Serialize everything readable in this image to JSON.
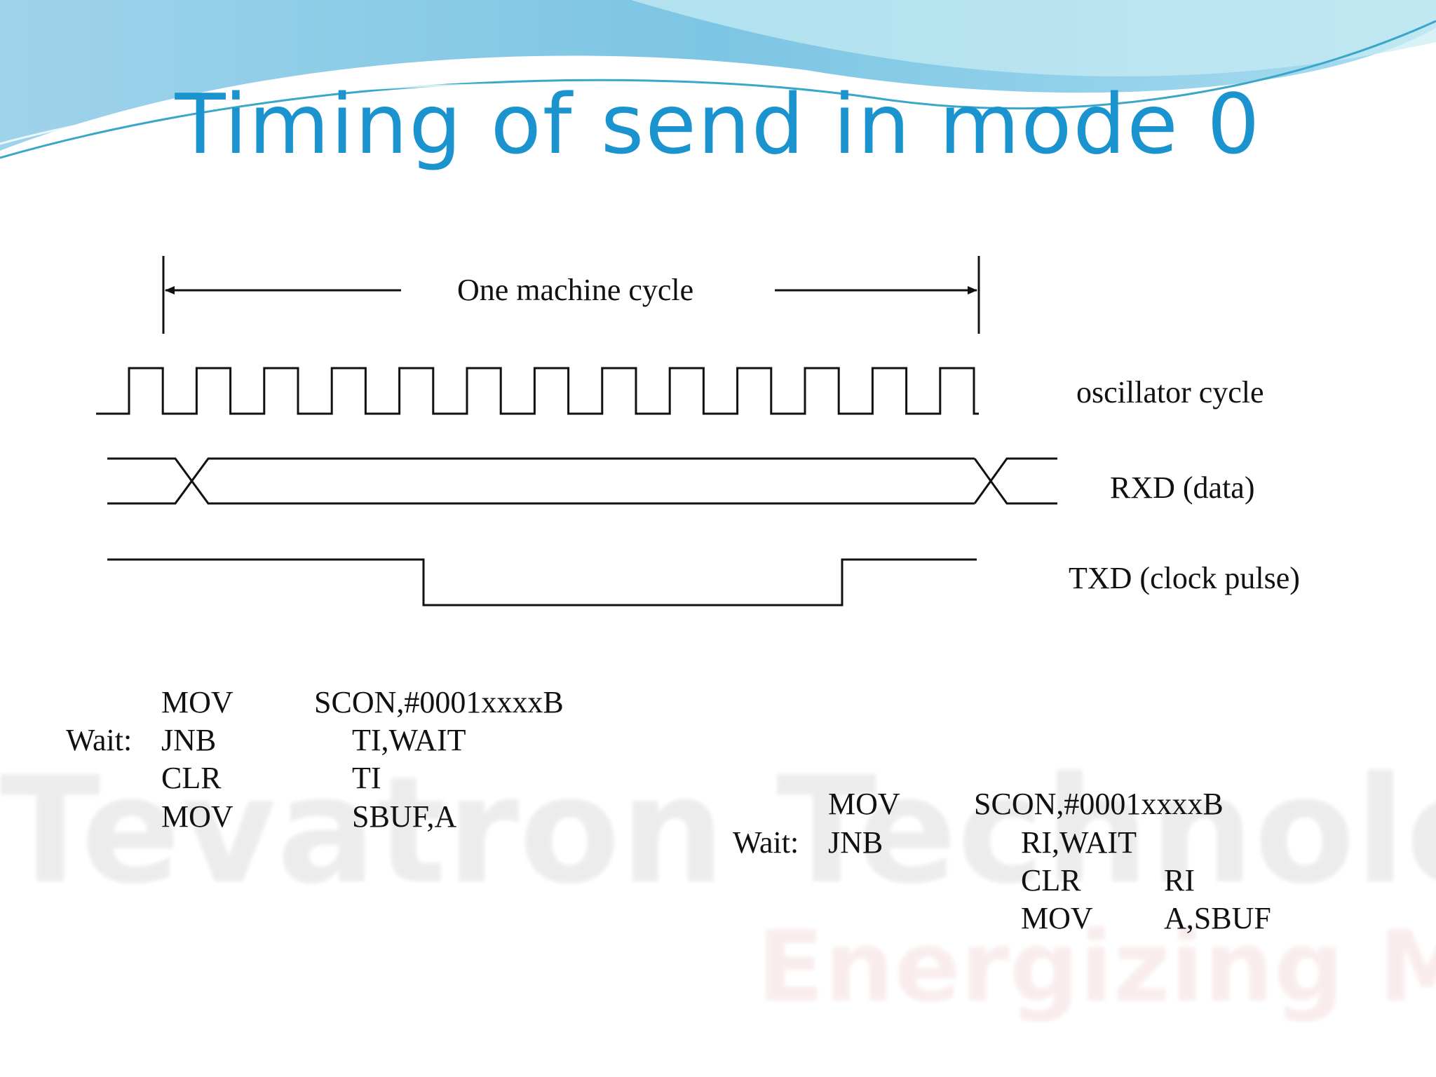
{
  "slide": {
    "title": "Timing of send in mode 0"
  },
  "diagram": {
    "span_label": "One machine cycle",
    "signals": [
      "oscillator cycle",
      "RXD (data)",
      "TXD (clock pulse)"
    ],
    "oscillator_pulses": 13
  },
  "watermark": {
    "line1": "Tevatron Technologies",
    "line2": "Energizing Minds"
  },
  "code_send": {
    "rows": [
      {
        "label": "",
        "op": "MOV",
        "arg": "SCON,#0001xxxxB"
      },
      {
        "label": "Wait:",
        "op": "JNB",
        "arg": "TI,WAIT"
      },
      {
        "label": "",
        "op": "CLR",
        "arg": "TI"
      },
      {
        "label": "",
        "op": "MOV",
        "arg": "SBUF,A"
      }
    ]
  },
  "code_receive": {
    "rows": [
      {
        "label": "",
        "op": "MOV",
        "arg": "SCON,#0001xxxxB"
      },
      {
        "label": "Wait:",
        "op": "JNB",
        "arg": "RI,WAIT"
      },
      {
        "label": "",
        "op": "CLR",
        "arg": "RI"
      },
      {
        "label": "",
        "op": "MOV",
        "arg": "A,SBUF"
      }
    ]
  },
  "colors": {
    "title": "#1a93cf",
    "wave_top": "#8ec9e2",
    "wave_accent": "#3aa7c9",
    "lines": "#111111"
  }
}
